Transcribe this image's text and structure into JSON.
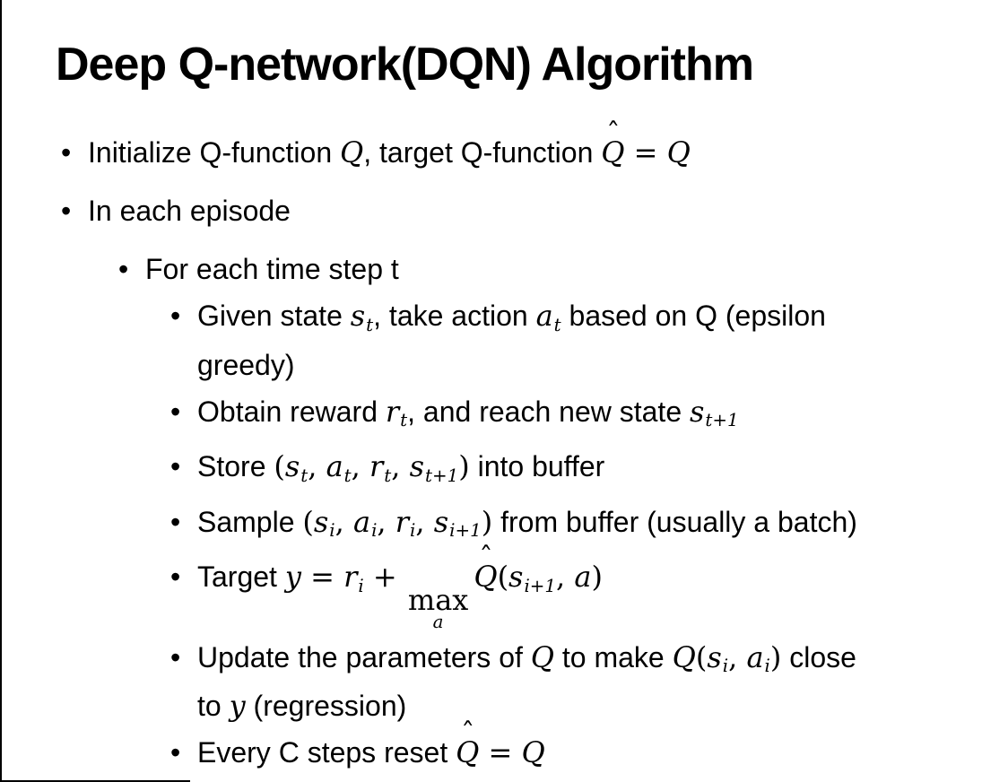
{
  "colors": {
    "background": "#ffffff",
    "text": "#000000",
    "border": "#000000"
  },
  "slide": {
    "title": "Deep Q-network(DQN) Algorithm",
    "bullet_char": "•",
    "hat_char": "ˆ",
    "bullets": [
      {
        "level": 1,
        "segments": [
          {
            "t": "Initialize Q-function "
          },
          {
            "v": "Q"
          },
          {
            "t": ", target Q-function "
          },
          {
            "v": "Q",
            "hat": true
          },
          {
            "m": " = "
          },
          {
            "v": "Q"
          }
        ]
      },
      {
        "level": 1,
        "segments": [
          {
            "t": "In each episode"
          }
        ]
      },
      {
        "level": 2,
        "segments": [
          {
            "t": "For each time step t"
          }
        ]
      },
      {
        "level": 3,
        "segments": [
          {
            "t": "Given state "
          },
          {
            "v": "s",
            "sub": "t"
          },
          {
            "t": ", take action "
          },
          {
            "v": "a",
            "sub": "t"
          },
          {
            "t": " based on Q (epsilon"
          },
          {
            "br": true
          },
          {
            "t": "greedy)"
          }
        ]
      },
      {
        "level": 3,
        "segments": [
          {
            "t": "Obtain reward "
          },
          {
            "v": "r",
            "sub": "t"
          },
          {
            "t": ", and reach new state "
          },
          {
            "v": "s",
            "sub": "t+1"
          }
        ]
      },
      {
        "level": 3,
        "segments": [
          {
            "t": "Store "
          },
          {
            "m": "("
          },
          {
            "v": "s",
            "sub": "t"
          },
          {
            "m": ", "
          },
          {
            "v": "a",
            "sub": "t"
          },
          {
            "m": ", "
          },
          {
            "v": "r",
            "sub": "t"
          },
          {
            "m": ", "
          },
          {
            "v": "s",
            "sub": "t+1"
          },
          {
            "m": ")"
          },
          {
            "t": " into buffer"
          }
        ]
      },
      {
        "level": 3,
        "segments": [
          {
            "t": "Sample "
          },
          {
            "m": "("
          },
          {
            "v": "s",
            "sub": "i"
          },
          {
            "m": ", "
          },
          {
            "v": "a",
            "sub": "i"
          },
          {
            "m": ", "
          },
          {
            "v": "r",
            "sub": "i"
          },
          {
            "m": ", "
          },
          {
            "v": "s",
            "sub": "i+1"
          },
          {
            "m": ")"
          },
          {
            "t": " from buffer (usually a batch)"
          }
        ]
      },
      {
        "level": 3,
        "segments": [
          {
            "t": "Target "
          },
          {
            "v": "y"
          },
          {
            "m": " = "
          },
          {
            "v": "r",
            "sub": "i"
          },
          {
            "m": " + "
          },
          {
            "stack": {
              "top": "max",
              "bottom": "a"
            }
          },
          {
            "v": "Q",
            "hat": true
          },
          {
            "m": "("
          },
          {
            "v": "s",
            "sub": "i+1"
          },
          {
            "m": ", "
          },
          {
            "v": "a"
          },
          {
            "m": ")"
          }
        ]
      },
      {
        "level": 3,
        "segments": [
          {
            "t": "Update the parameters of "
          },
          {
            "v": "Q"
          },
          {
            "t": " to make "
          },
          {
            "v": "Q"
          },
          {
            "m": "("
          },
          {
            "v": "s",
            "sub": "i"
          },
          {
            "m": ", "
          },
          {
            "v": "a",
            "sub": "i"
          },
          {
            "m": ")"
          },
          {
            "t": " close"
          },
          {
            "br": true
          },
          {
            "t": "to "
          },
          {
            "v": "y"
          },
          {
            "t": " (regression)"
          }
        ]
      },
      {
        "level": 3,
        "segments": [
          {
            "t": "Every C steps reset "
          },
          {
            "v": "Q",
            "hat": true
          },
          {
            "m": " = "
          },
          {
            "v": "Q"
          }
        ]
      }
    ]
  }
}
